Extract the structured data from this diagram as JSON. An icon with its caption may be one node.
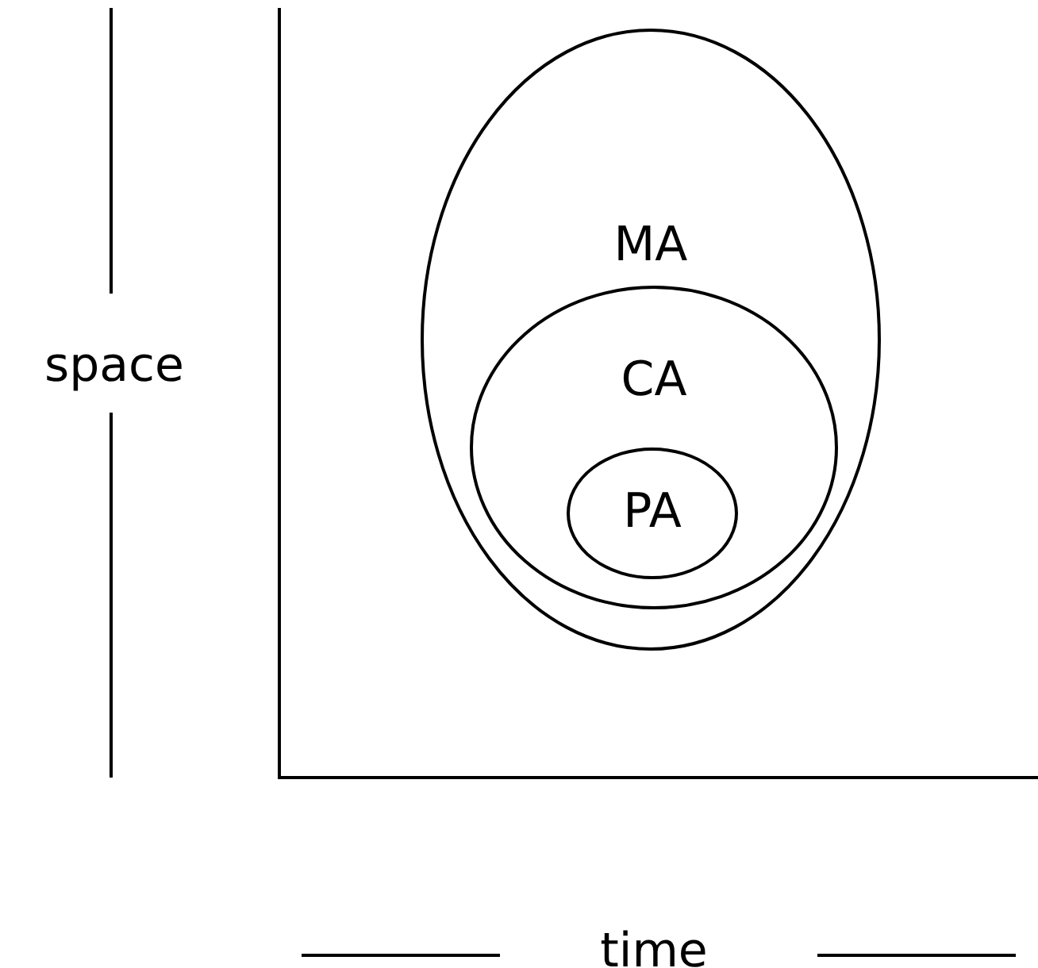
{
  "diagram": {
    "nodes": [
      {
        "text": [
          "MA"
        ]
      },
      {
        "text": [
          "CA"
        ],
        "in": 0
      },
      {
        "text": [
          "PA"
        ],
        "in": 1
      }
    ],
    "labels": [
      "space",
      "time"
    ]
  }
}
